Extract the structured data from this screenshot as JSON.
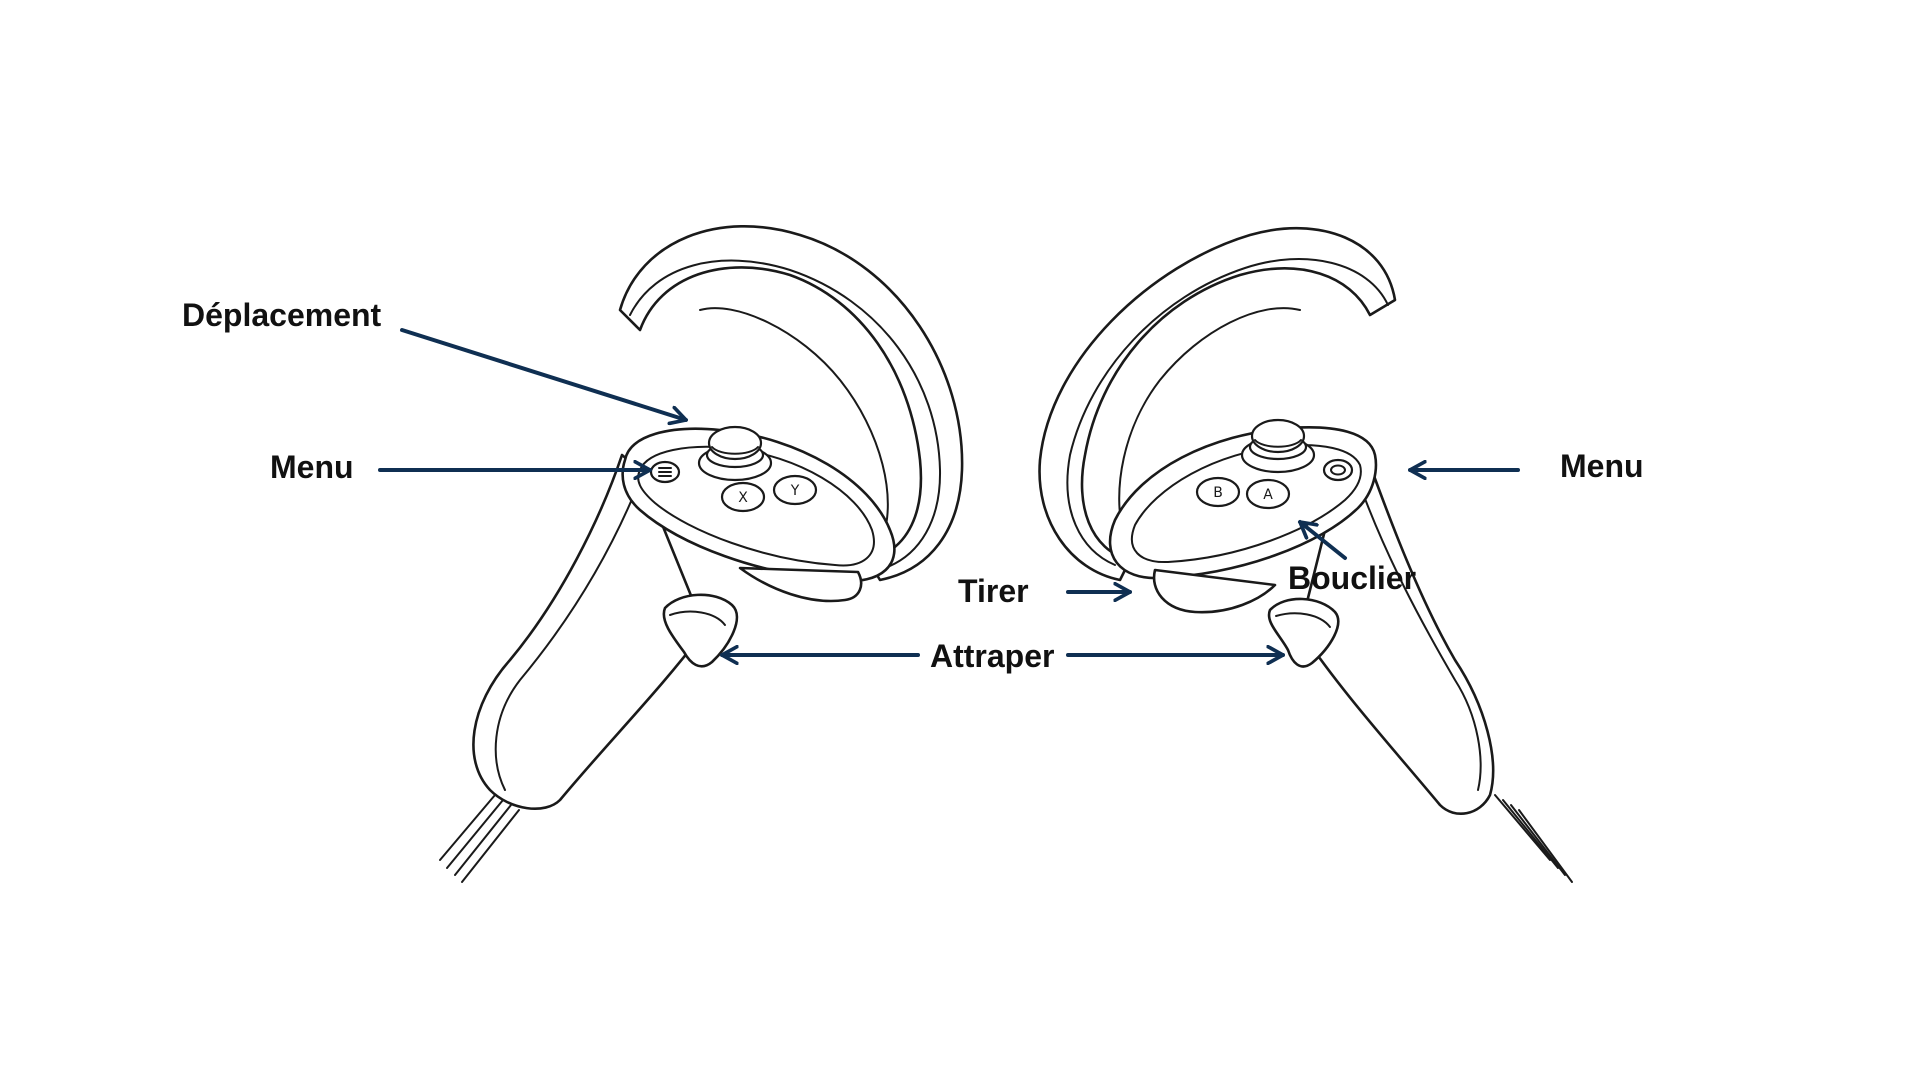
{
  "labels": {
    "deplacement": "Déplacement",
    "menu_left": "Menu",
    "menu_right": "Menu",
    "tirer": "Tirer",
    "bouclier": "Bouclier",
    "attraper": "Attraper"
  },
  "buttons": {
    "x": "X",
    "y": "Y",
    "a": "A",
    "b": "B"
  },
  "icons": {
    "menu_left": "menu-lines-icon",
    "menu_right": "oculus-home-icon"
  },
  "colors": {
    "arrow": "#0f2f52",
    "outline": "#1a1a1a",
    "text": "#111111",
    "background": "#ffffff"
  }
}
